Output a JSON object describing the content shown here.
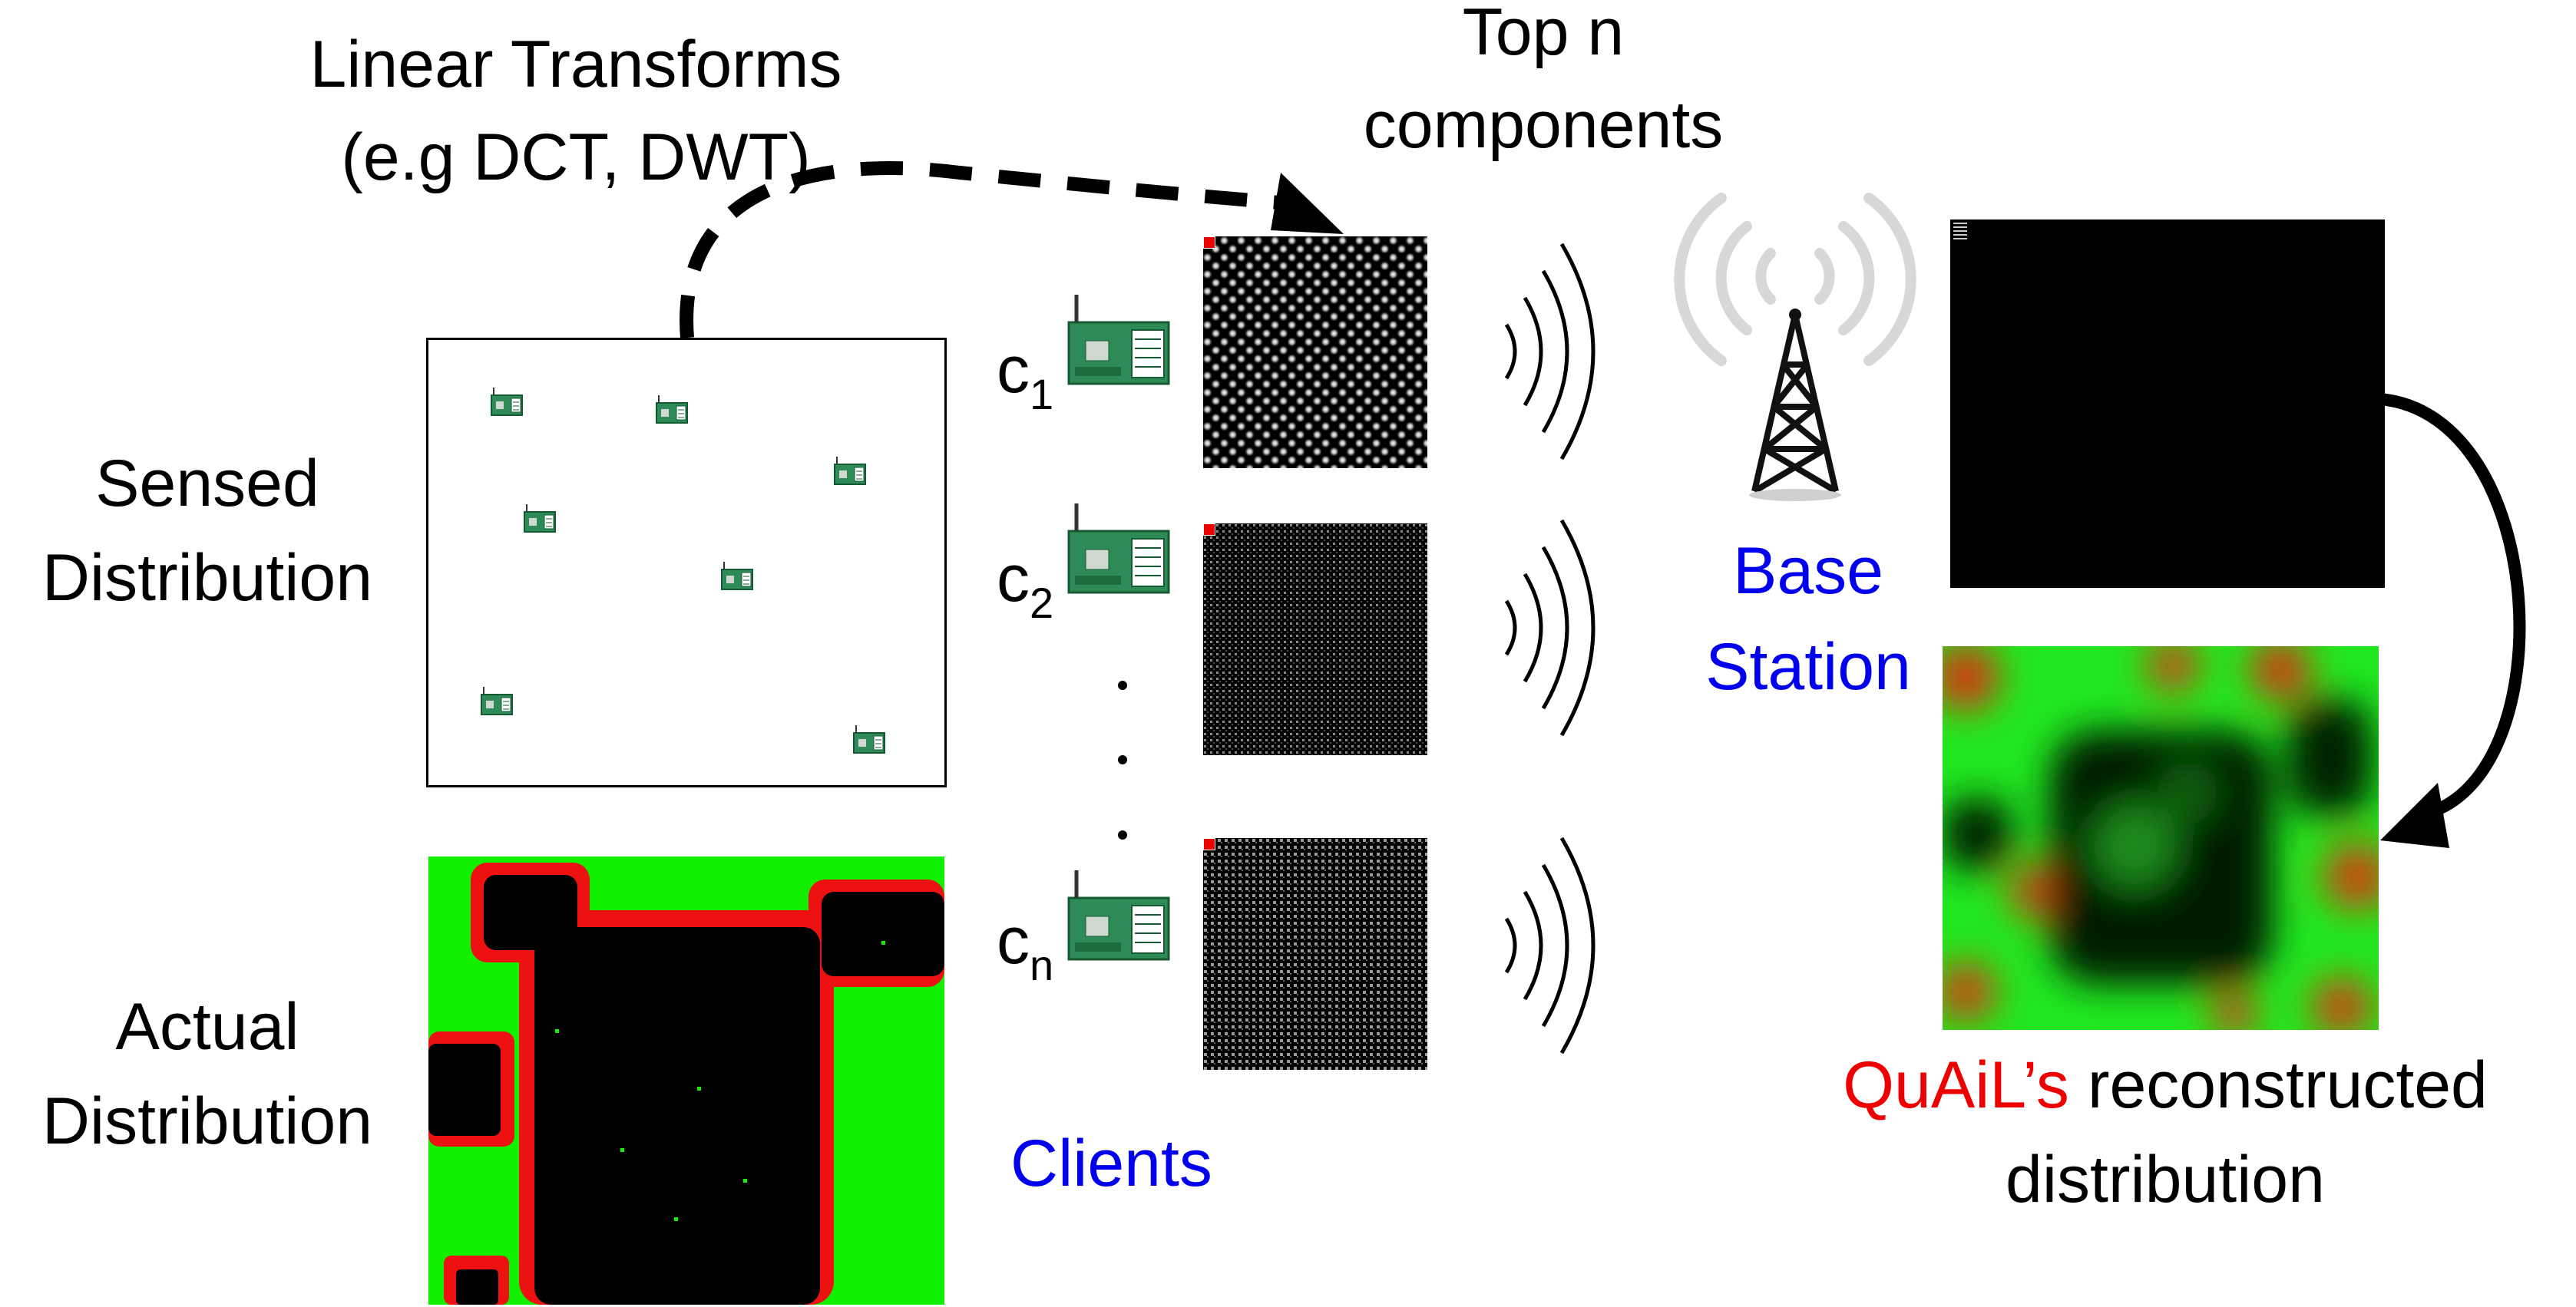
{
  "labels": {
    "linear_transforms_line1": "Linear Transforms",
    "linear_transforms_line2": "(e.g DCT, DWT)",
    "top_n_line1": "Top n",
    "top_n_line2": "components",
    "sensed_line1": "Sensed",
    "sensed_line2": "Distribution",
    "actual_line1": "Actual",
    "actual_line2": "Distribution",
    "client_1": "c",
    "client_1_sub": "1",
    "client_2": "c",
    "client_2_sub": "2",
    "client_n": "c",
    "client_n_sub": "n",
    "clients": "Clients",
    "base_line1": "Base",
    "base_line2": "Station",
    "quail": "QuAiL’s",
    "reconstructed_rest": " reconstructed",
    "reconstructed_line2": "distribution"
  },
  "colors": {
    "blue_text": "#0000ee",
    "red_text": "#ee0000",
    "free_green": "#10f000",
    "obstacle_black": "#000000",
    "boundary_red": "#ee1111",
    "sensor_board": "#2e8b57"
  },
  "icons": [
    "sensor-board-icon",
    "wireless-waves-icon",
    "base-station-tower-icon",
    "dashed-arrow",
    "curved-arrow"
  ]
}
